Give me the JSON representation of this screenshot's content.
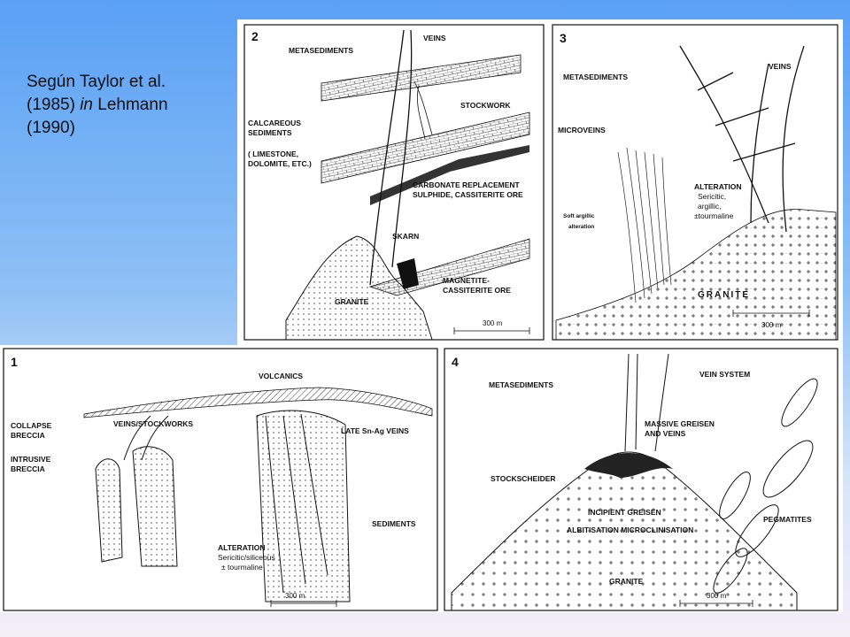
{
  "caption": {
    "line1": "Según Taylor et al.",
    "line2_pre": "(1985) ",
    "line2_italic": "in",
    "line2_post": " Lehmann",
    "line3": "(1990)"
  },
  "panels": {
    "p2": {
      "number": "2",
      "metasediments": "METASEDIMENTS",
      "veins": "VEINS",
      "stockwork": "STOCKWORK",
      "calcareous1": "CALCAREOUS",
      "calcareous2": "SEDIMENTS",
      "limestone1": "( LIMESTONE,",
      "limestone2": "DOLOMITE, ETC.)",
      "carbonate1": "CARBONATE REPLACEMENT",
      "carbonate2": "SULPHIDE, CASSITERITE ORE",
      "skarn": "SKARN",
      "magnetite1": "MAGNETITE-",
      "magnetite2": "CASSITERITE ORE",
      "granite": "GRANITE",
      "scale": "300 m"
    },
    "p3": {
      "number": "3",
      "metasediments": "METASEDIMENTS",
      "veins": "VEINS",
      "microveins": "MICROVEINS",
      "soft1": "Soft argillic",
      "soft2": "alteration",
      "alteration": "ALTERATION",
      "alt2": "Sericitic,",
      "alt3": "argillic,",
      "alt4": "±tourmaline",
      "granite": "GRANITE",
      "scale": "300 m"
    },
    "p1": {
      "number": "1",
      "volcanics": "VOLCANICS",
      "veins": "VEINS/STOCKWORKS",
      "late": "LATE Sn-Ag VEINS",
      "collapse1": "COLLAPSE",
      "collapse2": "BRECCIA",
      "intrusive1": "INTRUSIVE",
      "intrusive2": "BRECCIA",
      "sediments": "SEDIMENTS",
      "alteration": "ALTERATION",
      "alt2": "Sericitic/siliceous",
      "alt3": "± tourmaline",
      "scale": "300 m"
    },
    "p4": {
      "number": "4",
      "metasediments": "METASEDIMENTS",
      "vein_system": "VEIN  SYSTEM",
      "massive1": "MASSIVE GREISEN",
      "massive2": "AND VEINS",
      "stockscheider": "STOCKSCHEIDER",
      "incipient": "INCIPIENT  GREISEN",
      "albitisation": "ALBITISATION  MICROCLINISATION",
      "pegmatites": "PEGMATITES",
      "granite": "GRANITE",
      "scale": "300 m"
    }
  }
}
